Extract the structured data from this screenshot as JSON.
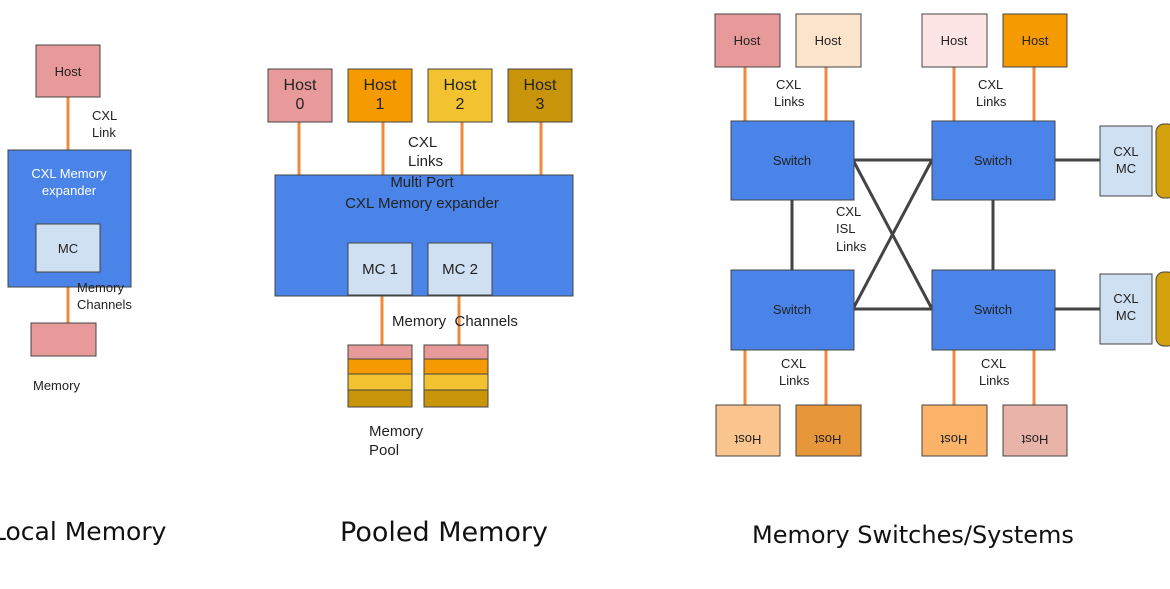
{
  "local": {
    "host": "Host",
    "cxl_link_l1": "CXL",
    "cxl_link_l2": "Link",
    "expander_l1": "CXL Memory",
    "expander_l2": "expander",
    "mc": "MC",
    "channels_l1": "Memory",
    "channels_l2": "Channels",
    "memory": "Memory",
    "caption": "Local Memory"
  },
  "pooled": {
    "hosts": [
      {
        "l1": "Host",
        "l2": "0"
      },
      {
        "l1": "Host",
        "l2": "1"
      },
      {
        "l1": "Host",
        "l2": "2"
      },
      {
        "l1": "Host",
        "l2": "3"
      }
    ],
    "links_l1": "CXL",
    "links_l2": "Links",
    "expander_l1": "Multi Port",
    "expander_l2": "CXL Memory expander",
    "mc1": "MC 1",
    "mc2": "MC 2",
    "channels": "Memory  Channels",
    "pool_l1": "Memory",
    "pool_l2": "Pool",
    "caption": "Pooled Memory"
  },
  "switched": {
    "top_hosts": [
      "Host",
      "Host",
      "Host",
      "Host"
    ],
    "bottom_hosts": [
      "Host",
      "Host",
      "Host",
      "Host"
    ],
    "switch": "Switch",
    "links_l1": "CXL",
    "links_l2": "Links",
    "isl_l1": "CXL",
    "isl_l2": "ISL",
    "isl_l3": "Links",
    "mc_l1": "CXL",
    "mc_l2": "MC",
    "caption": "Memory Switches/Systems"
  },
  "colors": {
    "blue": "#4a84e8",
    "light_blue": "#cfe0f3",
    "link": "#f08a3c",
    "host_pink": "#e89a9a",
    "host_orange": "#f59a00",
    "host_yellow": "#f2c230",
    "host_gold": "#c8950a"
  }
}
